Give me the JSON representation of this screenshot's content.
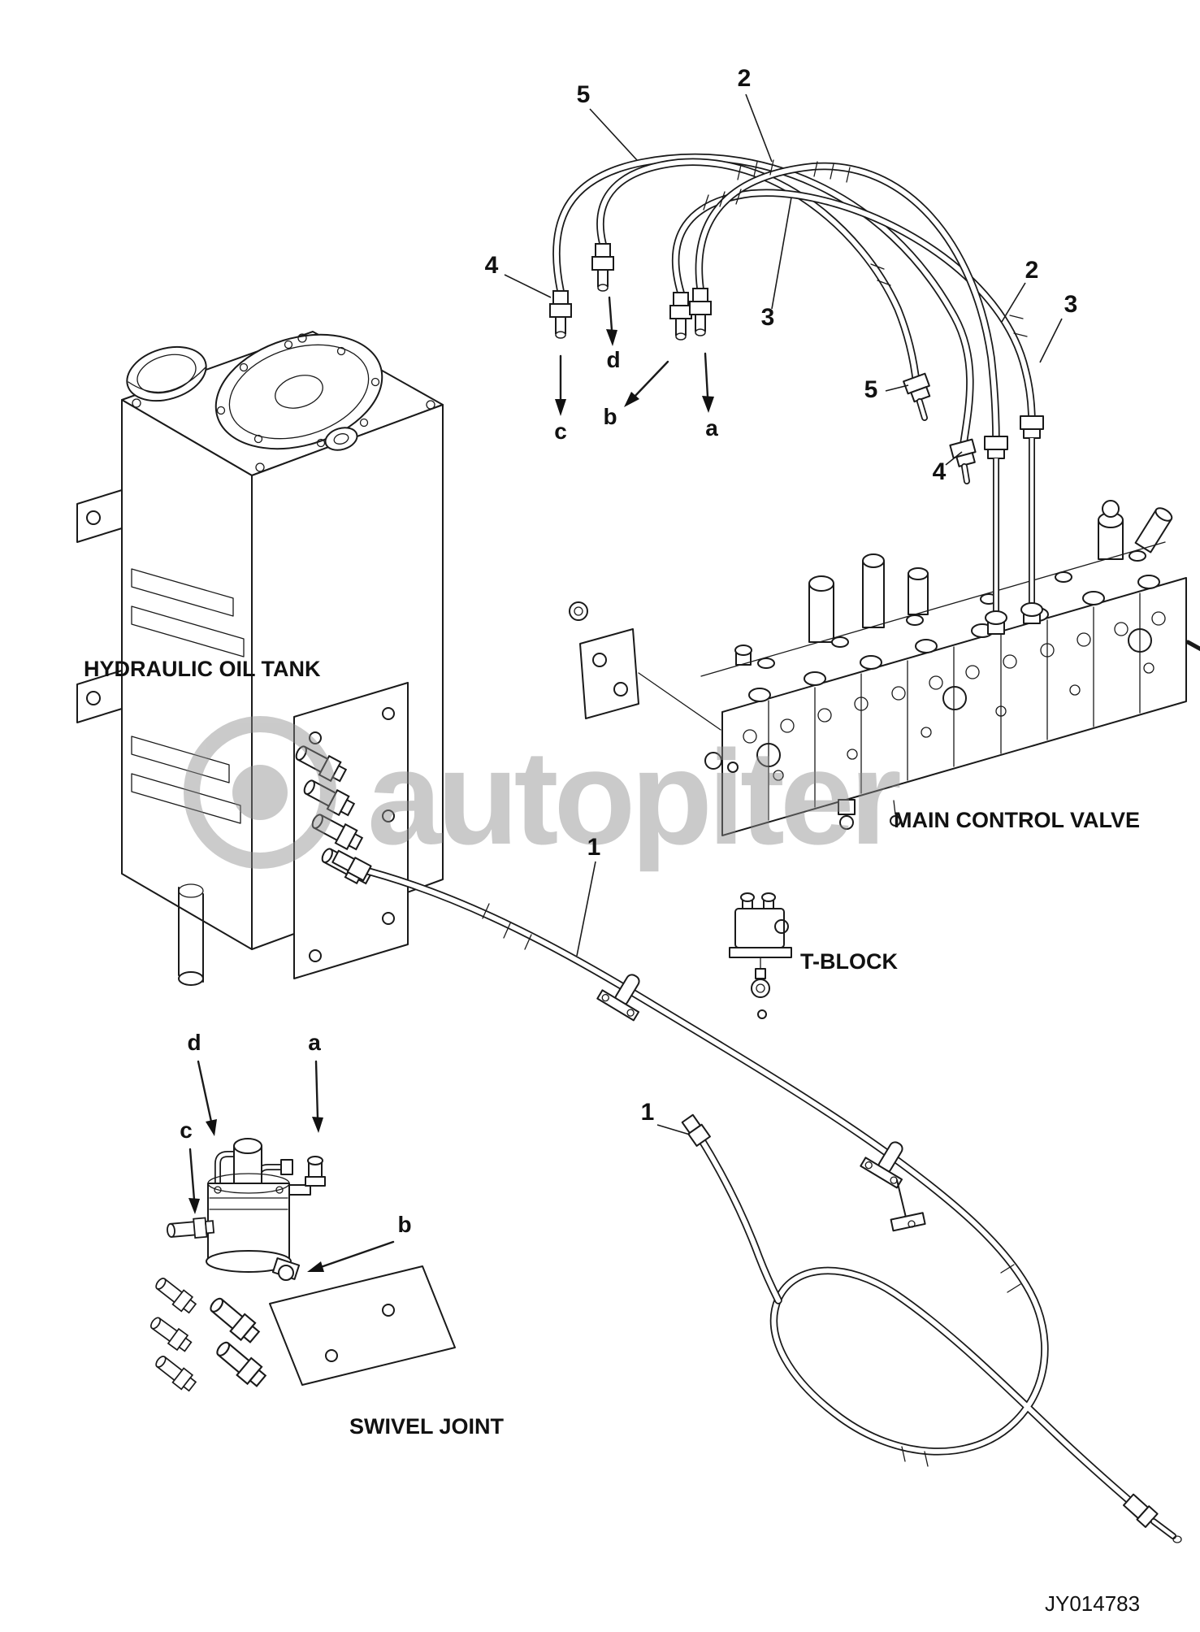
{
  "figure": {
    "doc_number": "JY014783",
    "watermark_text": "autopiter"
  },
  "labels": {
    "tank": "HYDRAULIC OIL TANK",
    "valve": "MAIN CONTROL VALVE",
    "t_block": "T-BLOCK",
    "swivel": "SWIVEL JOINT"
  },
  "callouts": {
    "hose5_top": "5",
    "hose2_top": "2",
    "hose4_left": "4",
    "hose3_mid": "3",
    "hose2_right": "2",
    "hose3_right": "3",
    "hose5_right": "5",
    "hose4_right": "4",
    "hose1_upper": "1",
    "hose1_lower": "1"
  },
  "ports": {
    "top_c": "c",
    "top_d": "d",
    "top_b": "b",
    "top_a": "a",
    "sw_d": "d",
    "sw_a": "a",
    "sw_c": "c",
    "sw_b": "b"
  }
}
